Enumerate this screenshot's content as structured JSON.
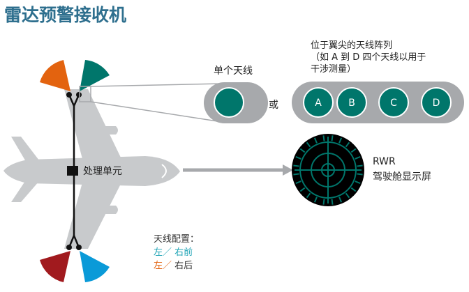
{
  "title": "雷达预警接收机",
  "single_antenna_label": "单个天线",
  "or_label": "或",
  "array_label_line1": "位于翼尖的天线阵列",
  "array_label_line2": "（如 A 到 D 四个天线以用于",
  "array_label_line3": "干涉测量）",
  "array_items": [
    "A",
    "B",
    "C",
    "D"
  ],
  "processor_label": "处理单元",
  "rwr_label": "RWR",
  "display_label": "驾驶舱显示屏",
  "config": {
    "heading": "天线配置：",
    "line1_left": "左／",
    "line1_right": "右前",
    "line2_left": "左／",
    "line2_right": "右后"
  },
  "colors": {
    "title": "#2e6f8e",
    "teal": "#00766b",
    "orange": "#e3630f",
    "dark_red": "#a11a1e",
    "blue": "#0a9ad8",
    "aircraft": "#c8cacc",
    "pod": "#a7a9ac"
  }
}
